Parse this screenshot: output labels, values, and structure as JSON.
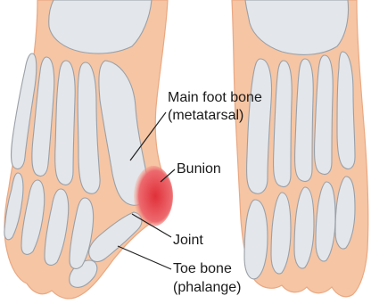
{
  "diagram": {
    "labels": {
      "metatarsal_line1": "Main foot bone",
      "metatarsal_line2": "(metatarsal)",
      "bunion": "Bunion",
      "joint": "Joint",
      "phalange_line1": "Toe bone",
      "phalange_line2": "(phalange)"
    },
    "colors": {
      "skin": "#f6c5a3",
      "skin_outline": "#e9a883",
      "bone": "#e3e6ea",
      "bone_outline": "#9aa0a8",
      "bunion": "#e0303a",
      "text": "#1a1a1a"
    }
  }
}
